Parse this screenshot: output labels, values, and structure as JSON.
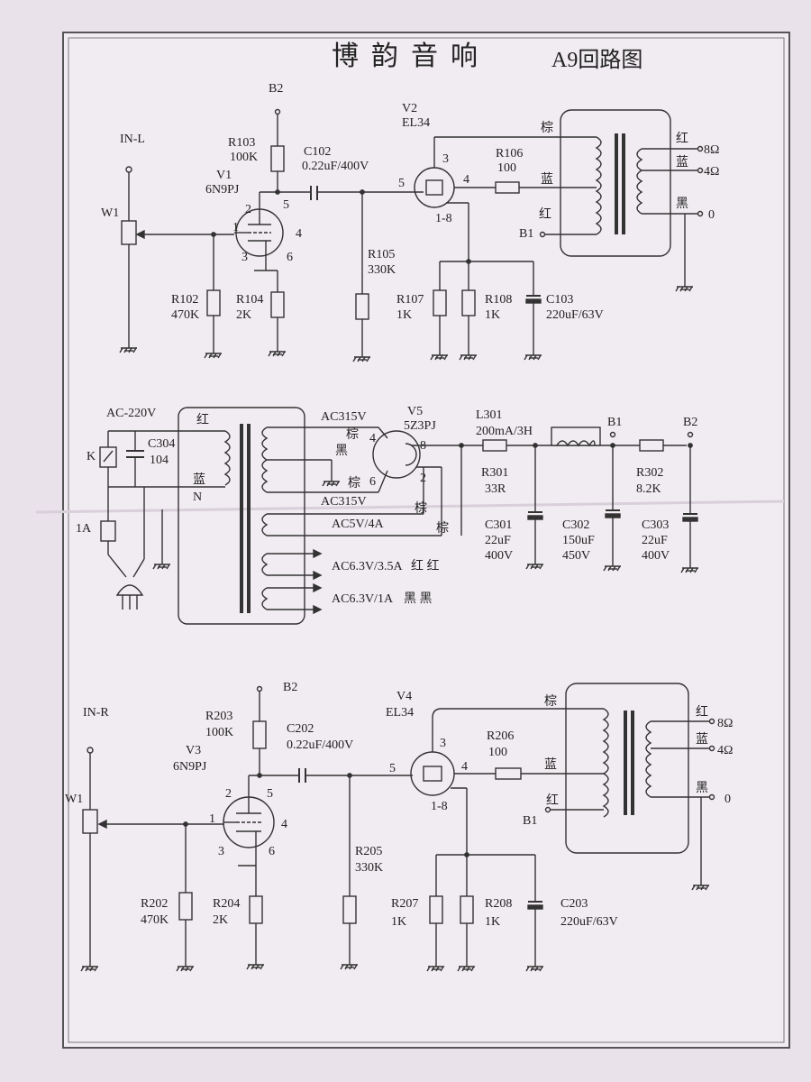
{
  "title": {
    "brand": "博韵音响",
    "model": "A9回路图"
  },
  "ch_left": {
    "input": "IN-L",
    "pot": "W1",
    "b2": "B2",
    "r103": "R103",
    "r103_val": "100K",
    "v1": "V1",
    "v1_type": "6N9PJ",
    "c102": "C102",
    "c102_val": "0.22uF/400V",
    "r102": "R102",
    "r102_val": "470K",
    "r104": "R104",
    "r104_val": "2K",
    "r105": "R105",
    "r105_val": "330K",
    "v2": "V2",
    "v2_type": "EL34",
    "pins": "1-8",
    "r106": "R106",
    "r106_val": "100",
    "r107": "R107",
    "r107_val": "1K",
    "r108": "R108",
    "r108_val": "1K",
    "c103": "C103",
    "c103_val": "220uF/63V",
    "b1": "B1",
    "brown": "棕",
    "blue": "蓝",
    "red": "红",
    "black": "黑",
    "out8": "8Ω",
    "out4": "4Ω",
    "out0": "0",
    "p1": "1",
    "p2": "2",
    "p3": "3",
    "p4": "4",
    "p5": "5",
    "p6": "6"
  },
  "ch_right": {
    "input": "IN-R",
    "pot": "W1",
    "b2": "B2",
    "r203": "R203",
    "r203_val": "100K",
    "v3": "V3",
    "v3_type": "6N9PJ",
    "c202": "C202",
    "c202_val": "0.22uF/400V",
    "r202": "R202",
    "r202_val": "470K",
    "r204": "R204",
    "r204_val": "2K",
    "r205": "R205",
    "r205_val": "330K",
    "v4": "V4",
    "v4_type": "EL34",
    "pins": "1-8",
    "r206": "R206",
    "r206_val": "100",
    "r207": "R207",
    "r207_val": "1K",
    "r208": "R208",
    "r208_val": "1K",
    "c203": "C203",
    "c203_val": "220uF/63V",
    "b1": "B1",
    "brown": "棕",
    "blue": "蓝",
    "red": "红",
    "black": "黑",
    "out8": "8Ω",
    "out4": "4Ω",
    "out0": "0",
    "p1": "1",
    "p2": "2",
    "p3": "3",
    "p4": "4",
    "p5": "5",
    "p6": "6"
  },
  "psu": {
    "ac_in": "AC-220V",
    "switch": "K",
    "fuse": "1A",
    "c304": "C304",
    "c304_val": "104",
    "red": "红",
    "blue": "蓝",
    "neutral": "N",
    "black": "黑",
    "brown": "棕",
    "ac315_a": "AC315V",
    "ac315_b": "AC315V",
    "ac5": "AC5V/4A",
    "ac63a": "AC6.3V/3.5A",
    "ac63a_col": "红 红",
    "ac63b": "AC6.3V/1A",
    "ac63b_col": "黑 黑",
    "v5": "V5",
    "v5_type": "5Z3PJ",
    "p4": "4",
    "p6": "6",
    "p8": "8",
    "p2": "2",
    "l301": "L301",
    "l301_val": "200mA/3H",
    "r301": "R301",
    "r301_val": "33R",
    "r302": "R302",
    "r302_val": "8.2K",
    "c301": "C301",
    "c301_v1": "22uF",
    "c301_v2": "400V",
    "c302": "C302",
    "c302_v1": "150uF",
    "c302_v2": "450V",
    "c303": "C303",
    "c303_v1": "22uF",
    "c303_v2": "400V",
    "b1": "B1",
    "b2": "B2"
  }
}
